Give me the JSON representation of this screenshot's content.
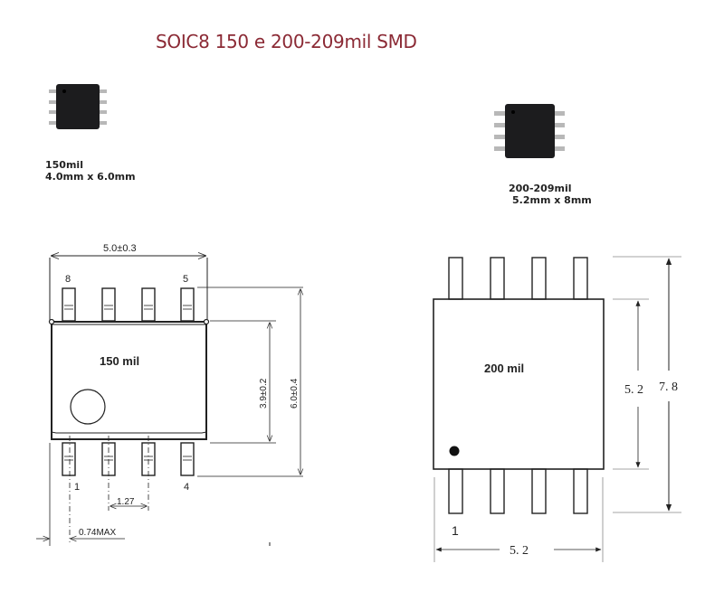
{
  "title": "SOIC8 150 e 200-209mil SMD",
  "photos": {
    "left": {
      "size_label": "150mil",
      "dimensions": "4.0mm x 6.0mm"
    },
    "right": {
      "size_label": "200-209mil",
      "dimensions": "5.2mm x 8mm"
    }
  },
  "drawing_150": {
    "body_label": "150 mil",
    "width_dim": "5.0±0.3",
    "body_height_dim": "3.9±0.2",
    "total_height_dim": "6.0±0.4",
    "pitch_dim": "1.27",
    "lead_width_dim": "0.74MAX",
    "pin_labels": {
      "top_left": "8",
      "top_right": "5",
      "bottom_left": "1",
      "bottom_right": "4"
    }
  },
  "drawing_200": {
    "body_label": "200 mil",
    "width_dim": "5. 2",
    "body_height_dim": "5. 2",
    "total_height_dim": "7. 8",
    "pin_labels": {
      "bottom_left": "1"
    }
  },
  "colors": {
    "title": "#8b2a35",
    "chip": "#1a1a1a",
    "line": "#222222"
  }
}
